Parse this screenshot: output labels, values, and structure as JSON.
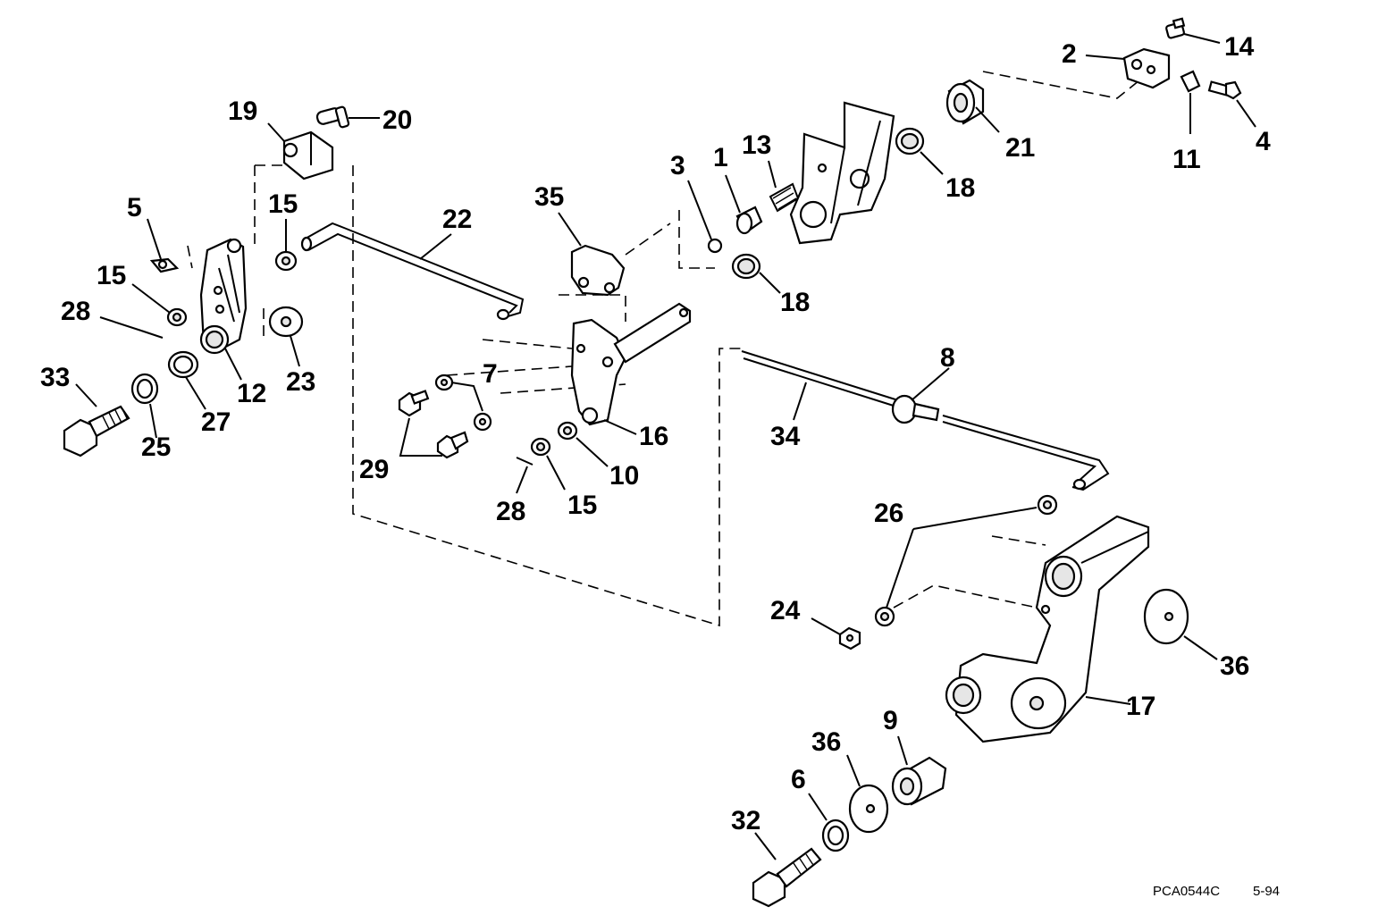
{
  "diagram": {
    "labels": {
      "l1": "1",
      "l2": "2",
      "l3": "3",
      "l4": "4",
      "l5": "5",
      "l6": "6",
      "l7": "7",
      "l8": "8",
      "l9": "9",
      "l10": "10",
      "l11": "11",
      "l12": "12",
      "l13": "13",
      "l14": "14",
      "l15a": "15",
      "l15b": "15",
      "l15c": "15",
      "l16": "16",
      "l17": "17",
      "l18a": "18",
      "l18b": "18",
      "l19": "19",
      "l20": "20",
      "l21": "21",
      "l22": "22",
      "l23": "23",
      "l24": "24",
      "l25": "25",
      "l26": "26",
      "l27": "27",
      "l28a": "28",
      "l28b": "28",
      "l29": "29",
      "l32": "32",
      "l33": "33",
      "l34": "34",
      "l35": "35",
      "l36a": "36",
      "l36b": "36"
    },
    "drawing_code": "PCA0544C",
    "date_code": "5-94"
  }
}
